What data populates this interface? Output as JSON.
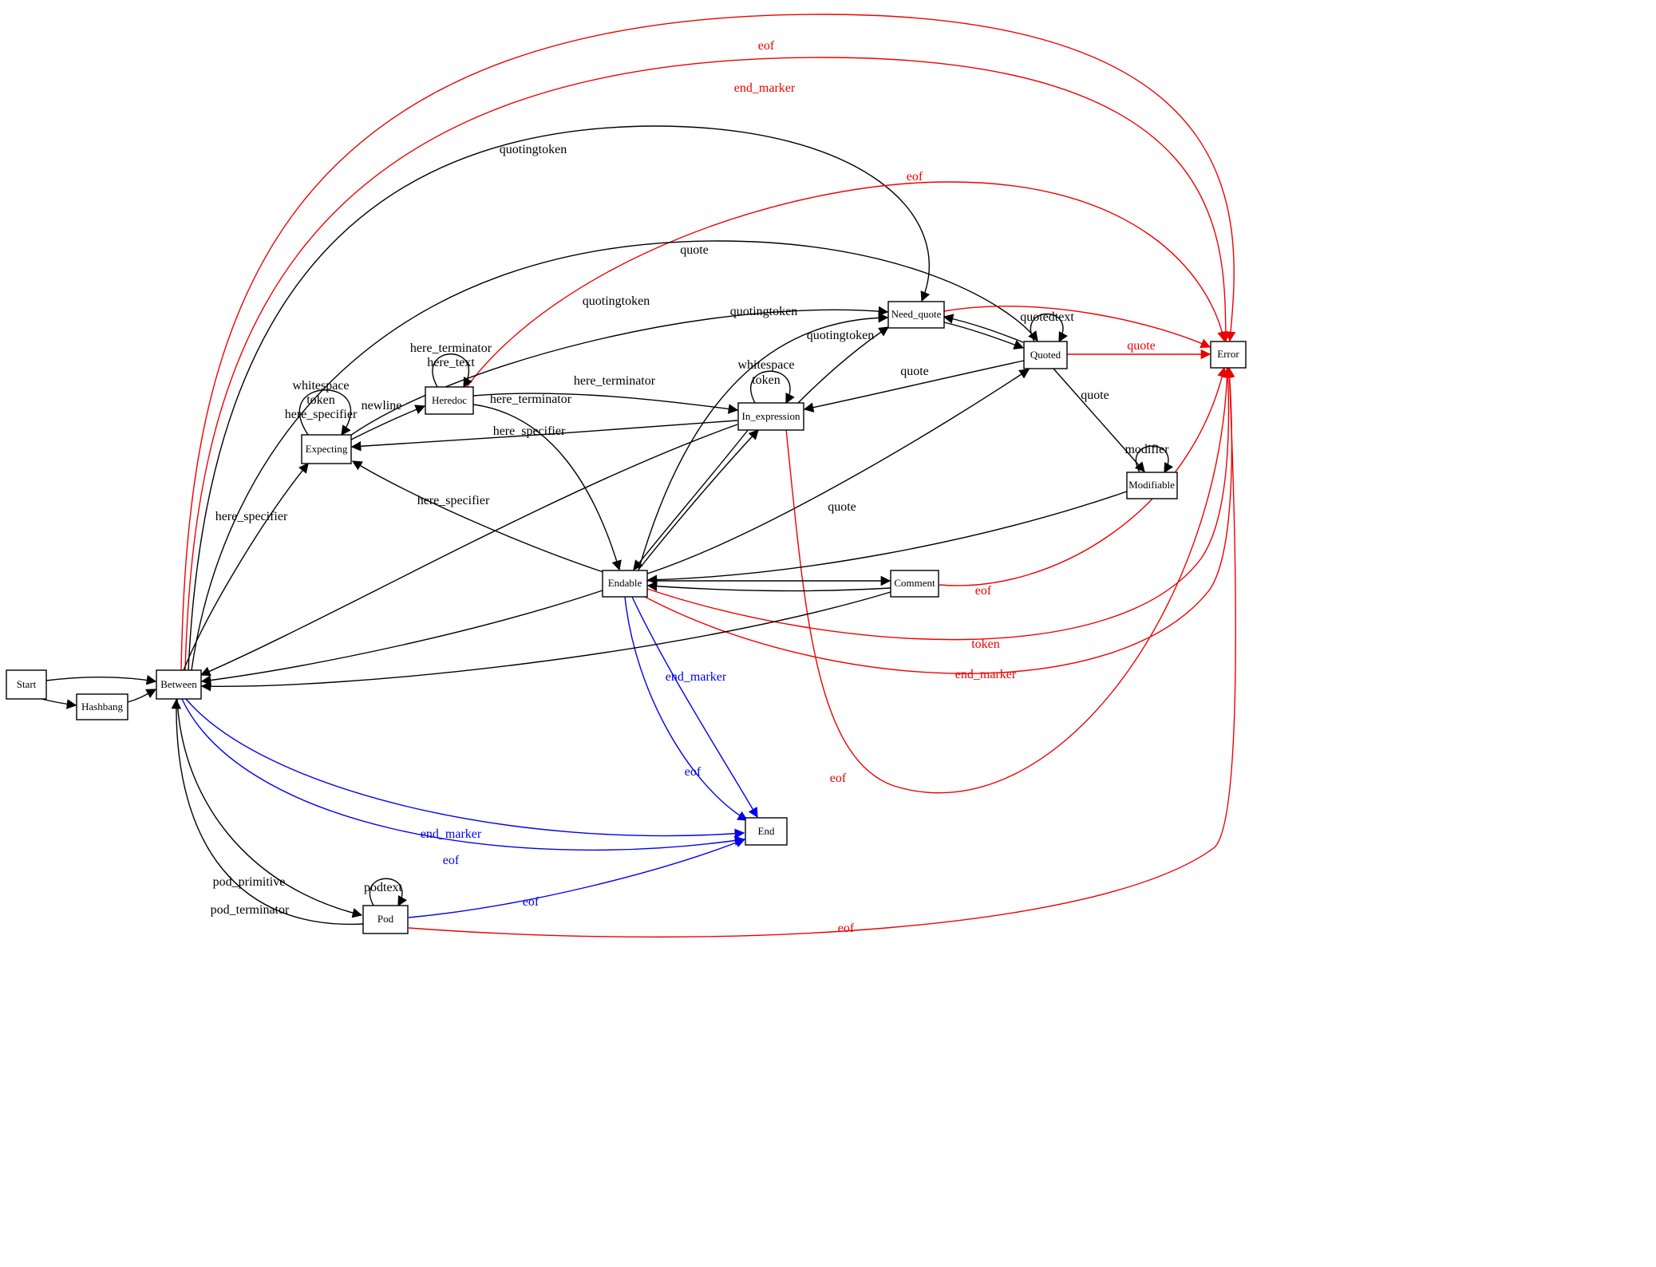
{
  "colors": {
    "black": "#000000",
    "red": "#ee0000",
    "blue": "#0000ee"
  },
  "diagram": {
    "nodes": {
      "start": {
        "label": "Start"
      },
      "hashbang": {
        "label": "Hashbang"
      },
      "between": {
        "label": "Between"
      },
      "expecting": {
        "label": "Expecting"
      },
      "heredoc": {
        "label": "Heredoc"
      },
      "in_expression": {
        "label": "In_expression"
      },
      "need_quote": {
        "label": "Need_quote"
      },
      "quoted": {
        "label": "Quoted"
      },
      "error": {
        "label": "Error"
      },
      "modifiable": {
        "label": "Modifiable"
      },
      "endable": {
        "label": "Endable"
      },
      "comment": {
        "label": "Comment"
      },
      "end": {
        "label": "End"
      },
      "pod": {
        "label": "Pod"
      }
    },
    "edges": [
      {
        "from": "between",
        "to": "error",
        "label": "eof",
        "color": "red"
      },
      {
        "from": "between",
        "to": "error",
        "label": "end_marker",
        "color": "red"
      },
      {
        "from": "between",
        "to": "need_quote",
        "label": "quotingtoken",
        "color": "black"
      },
      {
        "from": "heredoc",
        "to": "error",
        "label": "eof",
        "color": "red"
      },
      {
        "from": "between",
        "to": "quoted",
        "label": "quote",
        "color": "black"
      },
      {
        "from": "expecting",
        "to": "need_quote",
        "label": "quotingtoken",
        "color": "black"
      },
      {
        "from": "endable",
        "to": "need_quote",
        "label": "quotingtoken",
        "color": "black"
      },
      {
        "from": "in_expression",
        "to": "need_quote",
        "label": "quotingtoken",
        "color": "black"
      },
      {
        "from": "expecting",
        "to": "heredoc",
        "label": "newline",
        "color": "black"
      },
      {
        "from": "heredoc",
        "to": "in_expression",
        "label": "here_terminator",
        "color": "black"
      },
      {
        "from": "heredoc",
        "to": "endable",
        "label": "here_terminator",
        "color": "black"
      },
      {
        "from": "quoted",
        "to": "error",
        "label": "quote",
        "color": "red"
      },
      {
        "from": "quoted",
        "to": "in_expression",
        "label": "quote",
        "color": "black"
      },
      {
        "from": "quoted",
        "to": "modifiable",
        "label": "quote",
        "color": "black"
      },
      {
        "from": "between",
        "to": "expecting",
        "label": "here_specifier",
        "color": "black"
      },
      {
        "from": "endable",
        "to": "expecting",
        "label": "here_specifier",
        "color": "black"
      },
      {
        "from": "in_expression",
        "to": "expecting",
        "label": "here_specifier",
        "color": "black"
      },
      {
        "from": "endable",
        "to": "quoted",
        "label": "quote",
        "color": "black"
      },
      {
        "from": "comment",
        "to": "error",
        "label": "eof",
        "color": "red"
      },
      {
        "from": "endable",
        "to": "error",
        "label": "token",
        "color": "red"
      },
      {
        "from": "endable",
        "to": "error",
        "label": "end_marker",
        "color": "red"
      },
      {
        "from": "endable",
        "to": "end",
        "label": "end_marker",
        "color": "blue"
      },
      {
        "from": "endable",
        "to": "end",
        "label": "eof",
        "color": "blue"
      },
      {
        "from": "in_expression",
        "to": "error",
        "label": "eof",
        "color": "red"
      },
      {
        "from": "between",
        "to": "end",
        "label": "end_marker",
        "color": "blue"
      },
      {
        "from": "between",
        "to": "end",
        "label": "eof",
        "color": "blue"
      },
      {
        "from": "between",
        "to": "pod",
        "label": "pod_primitive",
        "color": "black"
      },
      {
        "from": "pod",
        "to": "between",
        "label": "pod_terminator",
        "color": "black"
      },
      {
        "from": "pod",
        "to": "end",
        "label": "eof",
        "color": "blue"
      },
      {
        "from": "pod",
        "to": "error",
        "label": "eof",
        "color": "red"
      },
      {
        "from": "start",
        "to": "between",
        "label": "",
        "color": "black"
      },
      {
        "from": "start",
        "to": "hashbang",
        "label": "",
        "color": "black"
      },
      {
        "from": "hashbang",
        "to": "between",
        "label": "",
        "color": "black"
      },
      {
        "from": "need_quote",
        "to": "quoted",
        "label": "",
        "color": "black"
      },
      {
        "from": "quoted",
        "to": "need_quote",
        "label": "",
        "color": "black"
      },
      {
        "from": "need_quote",
        "to": "error",
        "label": "",
        "color": "red"
      },
      {
        "from": "endable",
        "to": "comment",
        "label": "",
        "color": "black"
      },
      {
        "from": "comment",
        "to": "endable",
        "label": "",
        "color": "black"
      },
      {
        "from": "comment",
        "to": "between",
        "label": "",
        "color": "black"
      },
      {
        "from": "endable",
        "to": "between",
        "label": "",
        "color": "black"
      },
      {
        "from": "in_expression",
        "to": "endable",
        "label": "",
        "color": "black"
      },
      {
        "from": "endable",
        "to": "in_expression",
        "label": "",
        "color": "black"
      },
      {
        "from": "modifiable",
        "to": "endable",
        "label": "",
        "color": "black"
      },
      {
        "from": "in_expression",
        "to": "between",
        "label": "",
        "color": "black"
      }
    ],
    "self_loops": {
      "expecting": {
        "labels": [
          "whitespace",
          "token",
          "here_specifier"
        ]
      },
      "heredoc": {
        "labels": [
          "here_terminator",
          "here_text"
        ]
      },
      "in_expression": {
        "labels": [
          "whitespace",
          "token"
        ]
      },
      "quoted": {
        "labels": [
          "quotedtext"
        ]
      },
      "modifiable": {
        "labels": [
          "modifier"
        ]
      },
      "pod": {
        "labels": [
          "podtext"
        ]
      }
    }
  }
}
